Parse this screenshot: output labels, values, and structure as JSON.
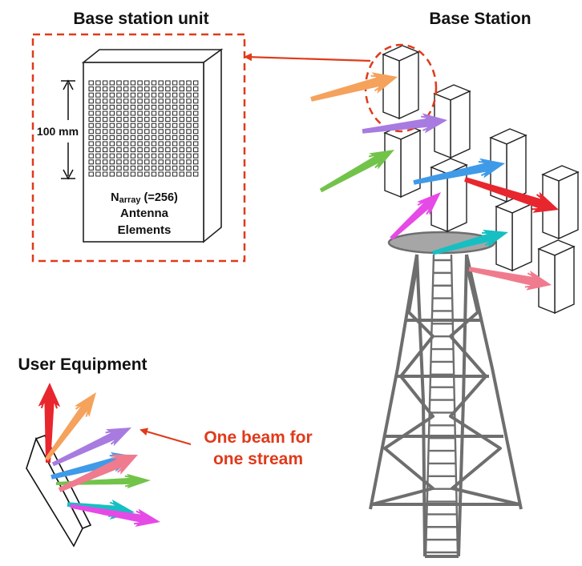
{
  "labels": {
    "base_station_unit": "Base station unit",
    "base_station": "Base Station",
    "user_equipment": "User Equipment",
    "dimension": "100 mm",
    "narray_prefix": "N",
    "narray_sub": "array",
    "narray_value": " (=256)",
    "antenna": "Antenna",
    "elements": "Elements",
    "beam_line1": "One beam for",
    "beam_line2": "one stream"
  },
  "colors": {
    "highlight_red": "#e03a1a",
    "tower_gray": "#6e6e6e",
    "outline": "#222222",
    "beam_orange": "#f5a25d",
    "beam_purple": "#a87be0",
    "beam_green": "#72c34a",
    "beam_blue": "#3f9ae8",
    "beam_red": "#e8262e",
    "beam_magenta": "#e64ae6",
    "beam_cyan": "#16bfc2",
    "beam_pink": "#f07b8e"
  },
  "icons": [
    "antenna-panel-icon",
    "cell-tower-icon",
    "user-device-icon",
    "antenna-array-icon"
  ]
}
